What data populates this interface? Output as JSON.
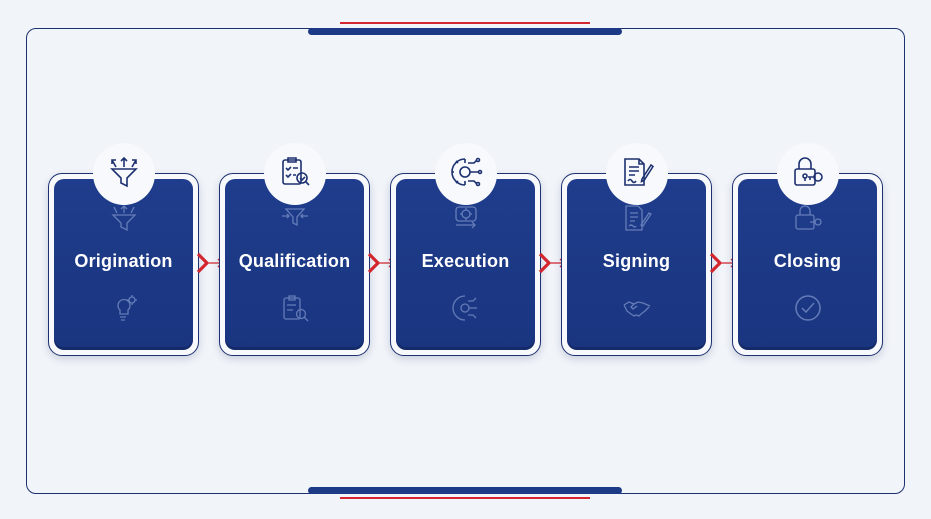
{
  "steps": [
    {
      "label": "Origination",
      "icon": "funnel-arrows-icon",
      "ghost_top": "funnel-arrows-icon",
      "ghost_bottom": "lightbulb-gear-icon"
    },
    {
      "label": "Qualification",
      "icon": "clipboard-magnifier-icon",
      "ghost_top": "filter-arrows-icon",
      "ghost_bottom": "clipboard-magnifier-icon"
    },
    {
      "label": "Execution",
      "icon": "gear-circuit-icon",
      "ghost_top": "gear-flow-icon",
      "ghost_bottom": "gear-circuit-icon"
    },
    {
      "label": "Signing",
      "icon": "document-pen-icon",
      "ghost_top": "document-pen-icon",
      "ghost_bottom": "handshake-icon"
    },
    {
      "label": "Closing",
      "icon": "padlock-key-icon",
      "ghost_top": "padlock-key-icon",
      "ghost_bottom": "check-circle-icon"
    }
  ],
  "colors": {
    "card": "#1c3a86",
    "accent": "#d3262e",
    "outline": "#1d3170"
  }
}
